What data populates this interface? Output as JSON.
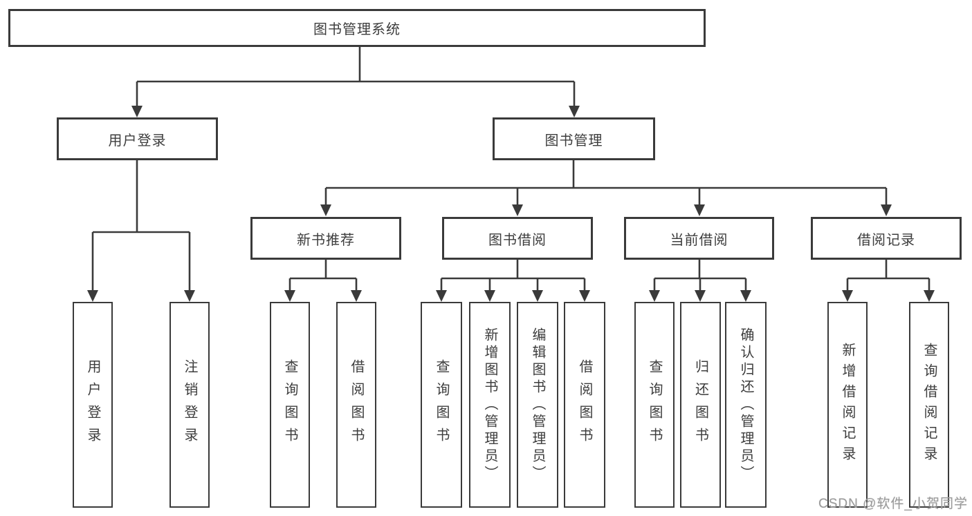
{
  "diagram": {
    "label": "图书管理系统",
    "children": [
      {
        "label": "用户登录",
        "children": [
          {
            "label": "用户登录"
          },
          {
            "label": "注销登录"
          }
        ]
      },
      {
        "label": "图书管理",
        "children": [
          {
            "label": "新书推荐",
            "children": [
              {
                "label": "查询图书"
              },
              {
                "label": "借阅图书"
              }
            ]
          },
          {
            "label": "图书借阅",
            "children": [
              {
                "label": "查询图书"
              },
              {
                "label": "新增图书（管理员）"
              },
              {
                "label": "编辑图书（管理员）"
              },
              {
                "label": "借阅图书"
              }
            ]
          },
          {
            "label": "当前借阅",
            "children": [
              {
                "label": "查询图书"
              },
              {
                "label": "归还图书"
              },
              {
                "label": "确认归还（管理员）"
              }
            ]
          },
          {
            "label": "借阅记录",
            "children": [
              {
                "label": "新增借阅记录"
              },
              {
                "label": "查询借阅记录"
              }
            ]
          }
        ]
      }
    ]
  },
  "watermark": {
    "text": "CSDN @软件_小贺同学"
  },
  "colors": {
    "line": "#3a3a3a",
    "text": "#3d3d3d",
    "watermark": "#9b9b9b",
    "background": "#ffffff"
  }
}
